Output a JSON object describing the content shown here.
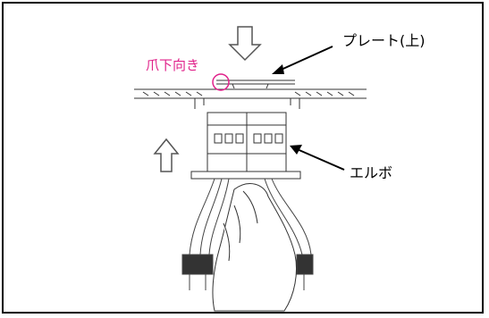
{
  "labels": {
    "plate": "プレート(上)",
    "elbow": "エルボ",
    "claw": "爪下向き"
  },
  "colors": {
    "annotation": "#e0218a",
    "line": "#000000"
  }
}
